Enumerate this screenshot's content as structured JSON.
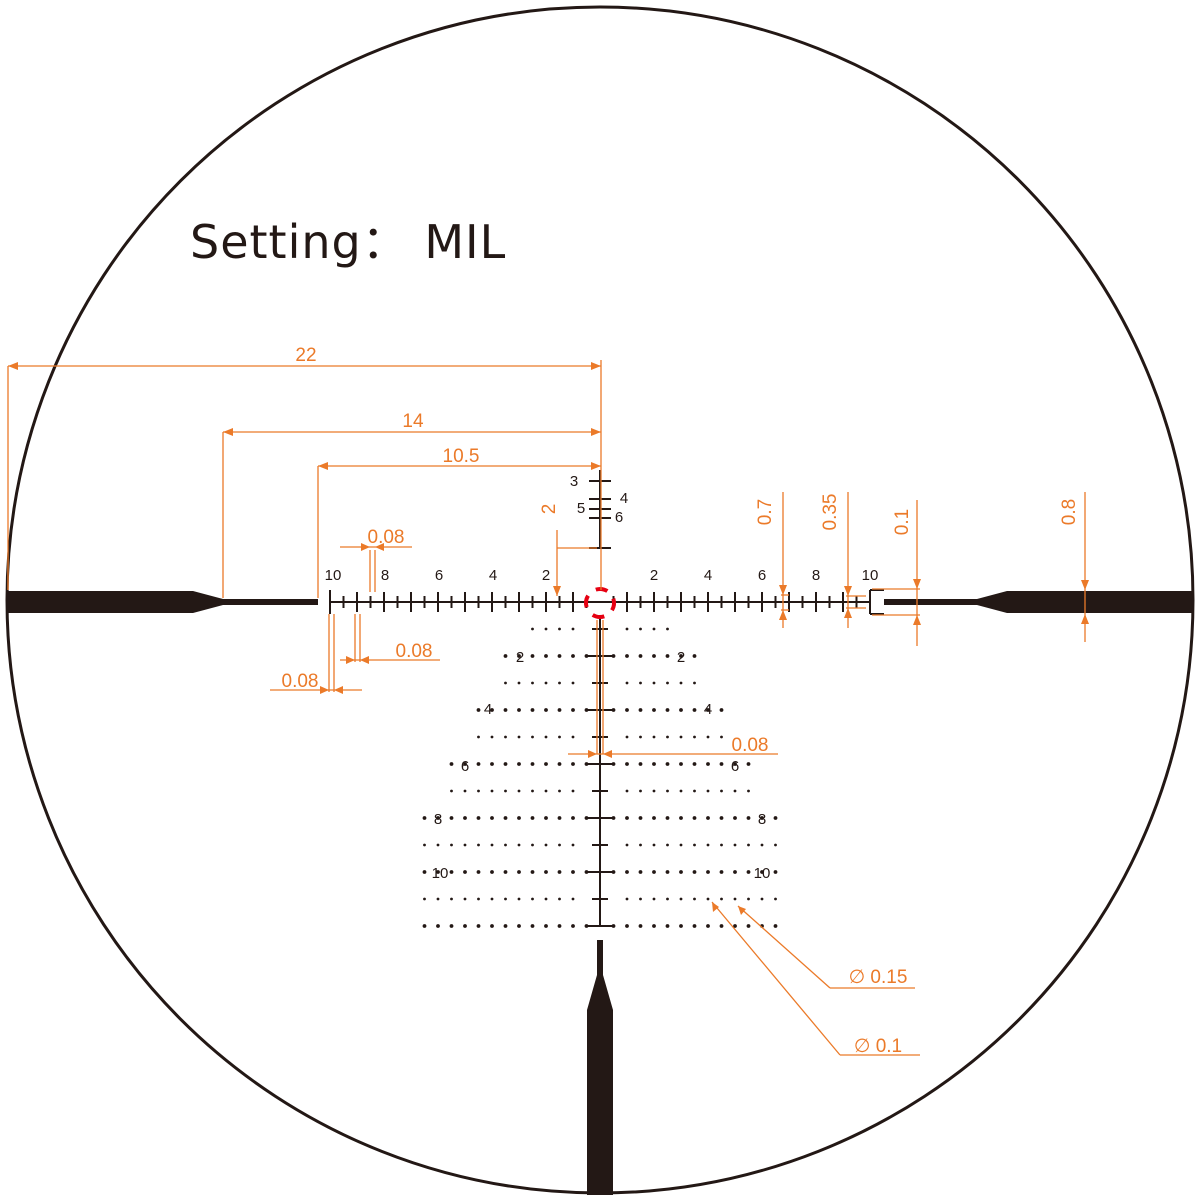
{
  "title": "Setting：  MIL",
  "colors": {
    "reticle": "#231815",
    "dimension": "#EB7A29",
    "center": "#E60012",
    "background": "#ffffff"
  },
  "dimensions": {
    "d22": "22",
    "d14": "14",
    "d10_5": "10.5",
    "d2": "2",
    "d008_top": "0.08",
    "d008_mid": "0.08",
    "d008_left": "0.08",
    "d008_vert": "0.08",
    "d07": "0.7",
    "d035": "0.35",
    "d01": "0.1",
    "d08": "0.8",
    "dot015": "∅ 0.15",
    "dot01": "∅ 0.1"
  },
  "horizontal_scale": {
    "left_labels": [
      "10",
      "8",
      "6",
      "4",
      "2"
    ],
    "right_labels": [
      "2",
      "4",
      "6",
      "8",
      "10"
    ]
  },
  "upper_stadia_labels": [
    "3",
    "4",
    "5",
    "6"
  ],
  "holdover_labels": {
    "left": [
      "2",
      "6",
      "8",
      "10"
    ],
    "right": [
      "2",
      "6",
      "8",
      "10"
    ],
    "row4_marks": [
      "4",
      "4"
    ]
  }
}
